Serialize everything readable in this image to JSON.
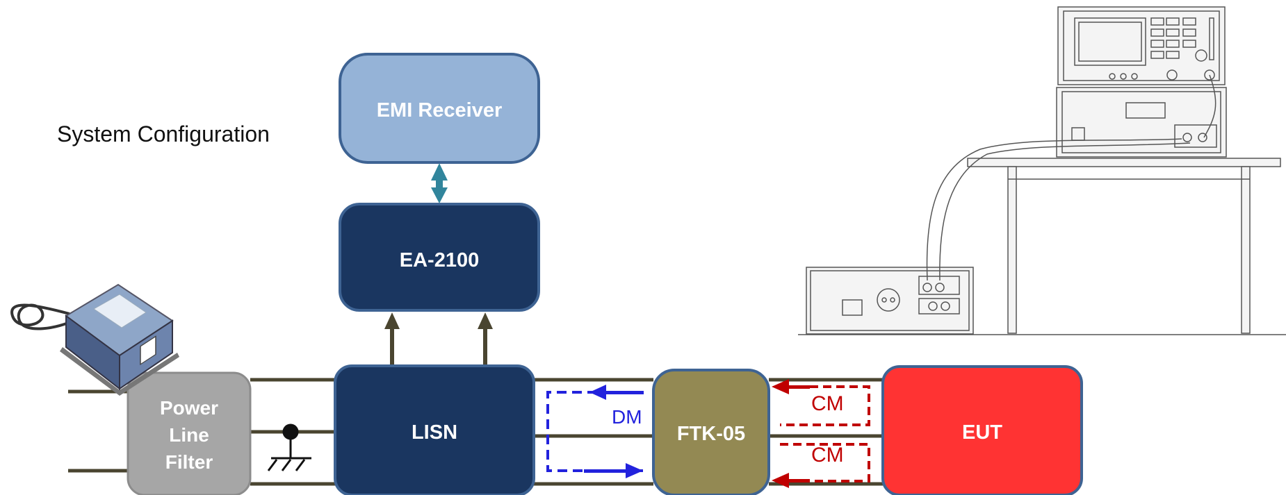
{
  "title": "System Configuration",
  "blocks": {
    "emi_receiver": "EMI Receiver",
    "ea2100": "EA-2100",
    "lisn": "LISN",
    "ftk05": "FTK-05",
    "eut": "EUT",
    "power_line_filter": [
      "Power",
      "Line",
      "Filter"
    ]
  },
  "mode_labels": {
    "dm": "DM",
    "cm_top": "CM",
    "cm_bottom": "CM"
  },
  "colors": {
    "emi_receiver_fill": "#95b3d7",
    "dark_block_fill": "#1a3660",
    "block_border": "#3e6393",
    "ftk_fill": "#938953",
    "eut_fill": "#ff3333",
    "filter_fill": "#a6a6a6",
    "wire": "#4a4530",
    "dm_arrow": "#2222dd",
    "cm_arrow": "#c00000",
    "bidirectional_arrow": "#31859c"
  },
  "icons": {
    "power_line_filter_photo": "filter-device-icon",
    "test_setup_drawing": "test-bench-drawing",
    "ground": "ground-icon"
  }
}
